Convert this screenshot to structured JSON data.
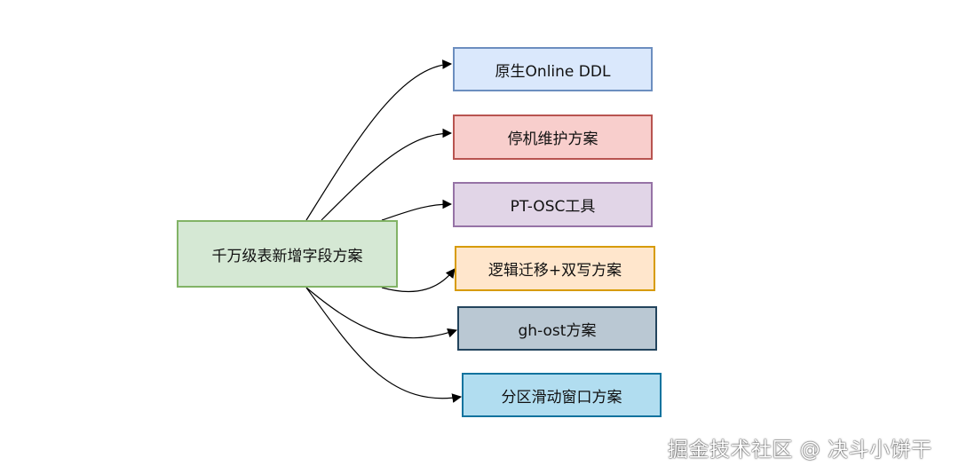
{
  "diagram": {
    "center": {
      "label": "千万级表新增字段方案",
      "fill": "#d5e8d4",
      "stroke": "#82b366"
    },
    "options": [
      {
        "label": "原生Online DDL",
        "fill": "#dae8fc",
        "stroke": "#6c8ebf"
      },
      {
        "label": "停机维护方案",
        "fill": "#f8cecc",
        "stroke": "#b85450"
      },
      {
        "label": "PT-OSC工具",
        "fill": "#e1d5e7",
        "stroke": "#9673a6"
      },
      {
        "label": "逻辑迁移+双写方案",
        "fill": "#ffe6cc",
        "stroke": "#d79b00"
      },
      {
        "label": "gh-ost方案",
        "fill": "#bac8d3",
        "stroke": "#23445d"
      },
      {
        "label": "分区滑动窗口方案",
        "fill": "#b1ddf0",
        "stroke": "#10739e"
      }
    ]
  },
  "watermark": "掘金技术社区 @ 决斗小饼干"
}
